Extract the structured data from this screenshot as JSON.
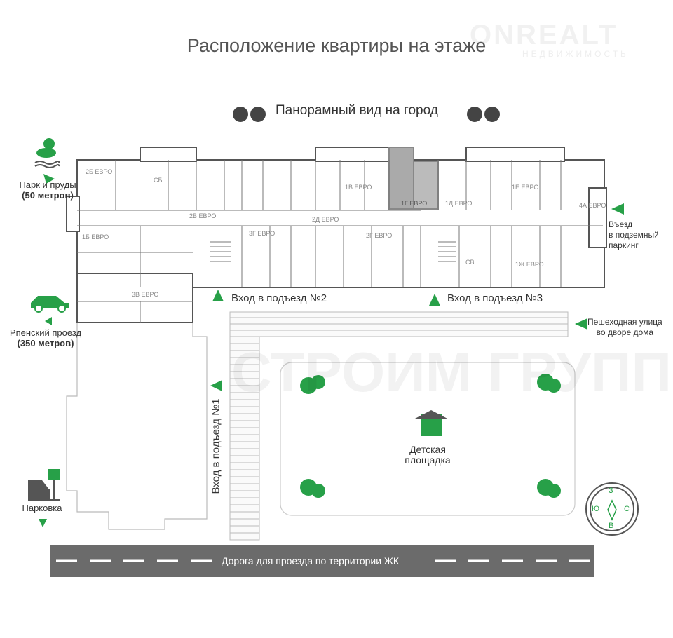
{
  "title": "Расположение квартиры на этаже",
  "logo": {
    "name": "ONREALT",
    "subtitle": "НЕДВИЖИМОСТЬ"
  },
  "watermark": "СТРОИМ ГРУПП",
  "panorama": "Панорамный вид на город",
  "landmarks": {
    "park": {
      "line1": "Парк и пруды",
      "line2": "(50 метров)"
    },
    "road": {
      "line1": "Рпенский проезд",
      "line2": "(350 метров)"
    },
    "parking": "Парковка",
    "underground": {
      "line1": "Въезд",
      "line2": "в подземный",
      "line3": "паркинг"
    },
    "pedestrian": {
      "line1": "Пешеходная улица",
      "line2": "во дворе дома"
    },
    "playground": {
      "line1": "Детская",
      "line2": "площадка"
    },
    "main_road": "Дорога для проезда по территории ЖК"
  },
  "entrances": [
    "Вход в подъезд №1",
    "Вход в подъезд №2",
    "Вход в подъезд №3"
  ],
  "apartments": [
    "2Б ЕВРО",
    "СБ",
    "2В ЕВРО",
    "1Б ЕВРО",
    "3Г ЕВРО",
    "2Д ЕВРО",
    "3В ЕВРО",
    "1В ЕВРО",
    "1Г ЕВРО",
    "1Д ЕВРО",
    "1Е ЕВРО",
    "4А ЕВРО",
    "2Г ЕВРО",
    "СВ",
    "1Ж ЕВРО"
  ],
  "highlighted_apartment": "1Г ЕВРО",
  "compass": {
    "top": "З",
    "left": "Ю",
    "right": "С",
    "bottom": "В"
  },
  "colors": {
    "accent": "#27a048",
    "wall": "#555555",
    "road": "#6b6b6b",
    "highlight": "#a9a9a9"
  }
}
